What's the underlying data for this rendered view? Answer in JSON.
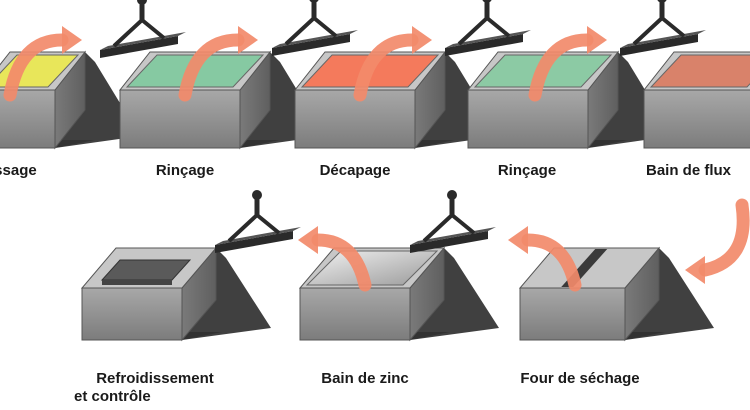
{
  "stages": [
    {
      "id": "degraissage",
      "label": "issage",
      "liquid": "#e8e65a"
    },
    {
      "id": "rincage-1",
      "label": "Rinçage",
      "liquid": "#86c9a2"
    },
    {
      "id": "decapage",
      "label": "Décapage",
      "liquid": "#f47a5c"
    },
    {
      "id": "rincage-2",
      "label": "Rinçage",
      "liquid": "#8ccaa4"
    },
    {
      "id": "bain-flux",
      "label": "Bain de flux",
      "liquid": "#d9826a"
    },
    {
      "id": "four-sechage",
      "label": "Four de séchage"
    },
    {
      "id": "bain-zinc",
      "label": "Bain de zinc",
      "liquid": "#d4d4d4"
    },
    {
      "id": "refroidissement",
      "label": "Refroidissement",
      "label_line2": "et contrôle"
    }
  ],
  "colors": {
    "arrow": "#f28a6a",
    "tank_front": "#8e8e8e",
    "tank_side": "#6f6f6f",
    "tank_top": "#c7c7c7",
    "hook": "#2a2a2a"
  }
}
